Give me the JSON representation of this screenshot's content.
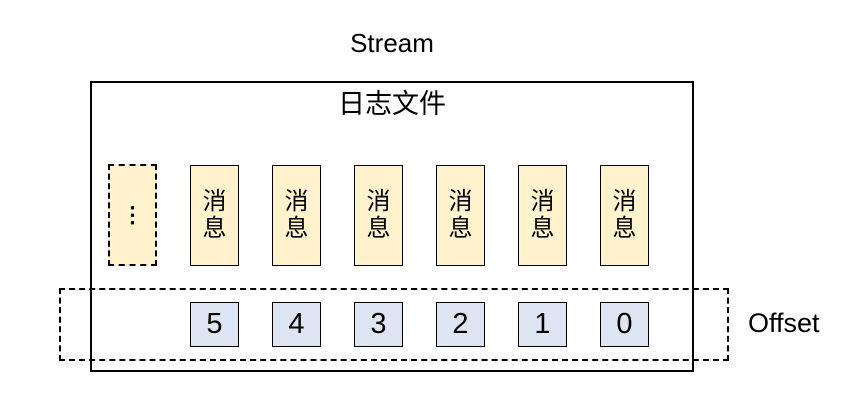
{
  "title": "Stream",
  "log_box": {
    "label": "日志文件",
    "ellipsis": "⋮",
    "messages": [
      "消息",
      "消息",
      "消息",
      "消息",
      "消息",
      "消息"
    ]
  },
  "offset_row": {
    "label": "Offset",
    "values": [
      "5",
      "4",
      "3",
      "2",
      "1",
      "0"
    ]
  },
  "colors": {
    "message_fill": "#FFF2CC",
    "offset_cell_fill": "#DDE5F2",
    "border": "#000000",
    "background": "#FFFFFF"
  }
}
